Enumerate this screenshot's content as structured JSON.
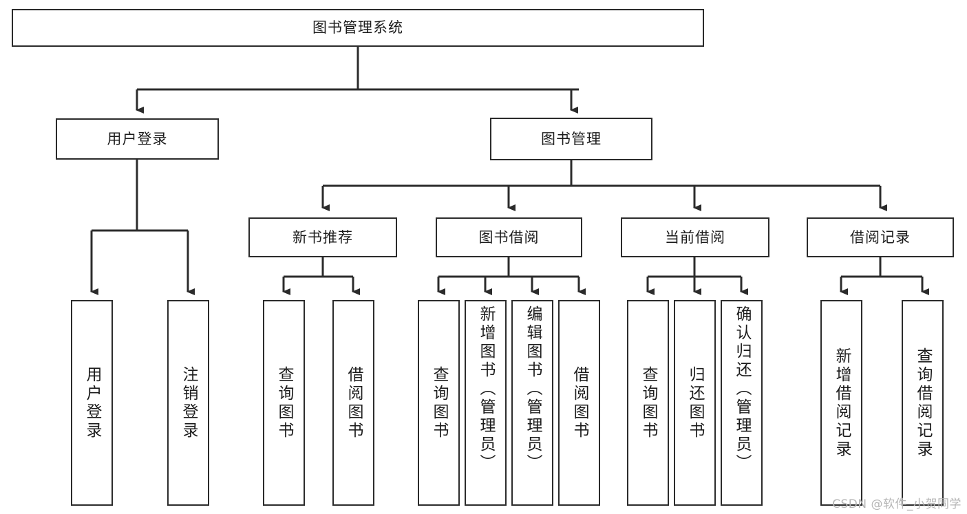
{
  "diagram": {
    "title": "图书管理系统",
    "type": "tree",
    "root": {
      "label": "图书管理系统"
    },
    "level2": [
      {
        "label": "用户登录"
      },
      {
        "label": "图书管理"
      }
    ],
    "level3": [
      {
        "label": "新书推荐"
      },
      {
        "label": "图书借阅"
      },
      {
        "label": "当前借阅"
      },
      {
        "label": "借阅记录"
      }
    ],
    "leaves": {
      "user_login": [
        {
          "label": "用户登录"
        },
        {
          "label": "注销登录"
        }
      ],
      "new_book_recommend": [
        {
          "label": "查询图书"
        },
        {
          "label": "借阅图书"
        }
      ],
      "book_borrow": [
        {
          "label": "查询图书"
        },
        {
          "label": "新增图书（管理员）"
        },
        {
          "label": "编辑图书（管理员）"
        },
        {
          "label": "借阅图书"
        }
      ],
      "current_borrow": [
        {
          "label": "查询图书"
        },
        {
          "label": "归还图书"
        },
        {
          "label": "确认归还（管理员）"
        }
      ],
      "borrow_record": [
        {
          "label": "新增借阅记录"
        },
        {
          "label": "查询借阅记录"
        }
      ]
    }
  },
  "watermark": {
    "text": "CSDN @软件_小贺同学"
  },
  "colors": {
    "stroke": "#2b2b2b",
    "fill": "#ffffff",
    "text": "#1c1c1c",
    "watermark": "#b5b5b5"
  }
}
